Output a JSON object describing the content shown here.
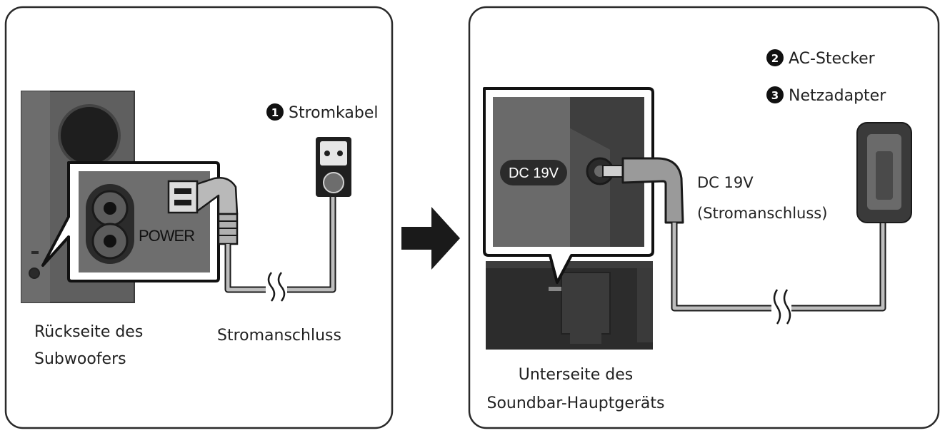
{
  "panel_left": {
    "power_port_label": "POWER",
    "callout_1": {
      "number": "1",
      "text": "Stromkabel"
    },
    "subwoofer_caption": [
      "Rückseite des",
      "Subwoofers"
    ],
    "outlet_caption": "Stromanschluss"
  },
  "panel_right": {
    "callout_2": {
      "number": "2",
      "text": "AC-Stecker"
    },
    "callout_3": {
      "number": "3",
      "text": "Netzadapter"
    },
    "dc_badge": "DC 19V",
    "dc_label": [
      "DC 19V",
      "(Stromanschluss)"
    ],
    "soundbar_caption": [
      "Unterseite des",
      "Soundbar-Hauptgeräts"
    ]
  },
  "icons": [
    "right-arrow-icon",
    "power-socket-icon",
    "power-adapter-icon",
    "cable-break-icon"
  ]
}
